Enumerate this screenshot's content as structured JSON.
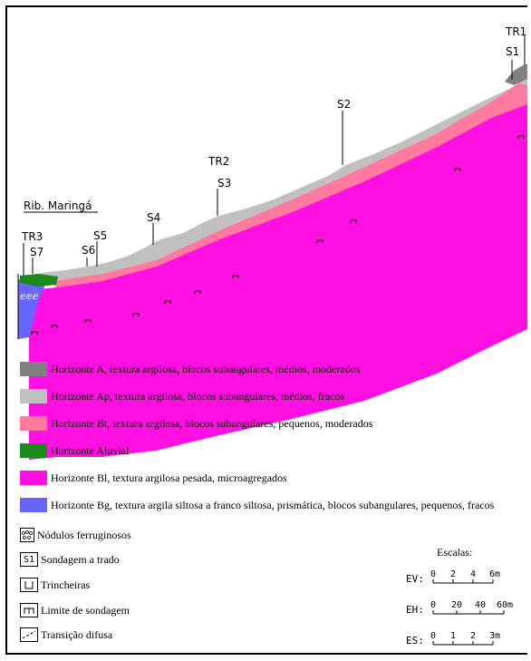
{
  "profile": {
    "river_label": "Rib. Maringá",
    "points": [
      "TR1",
      "S1",
      "S2",
      "TR2",
      "S3",
      "S4",
      "S5",
      "S6",
      "TR3",
      "S7"
    ]
  },
  "legend": [
    {
      "key": "horizonte-a",
      "color": "#808080",
      "text": "Horizonte A, textura argilosa, blocos subangulares, médios, moderados"
    },
    {
      "key": "horizonte-ap",
      "color": "#c0c0c0",
      "text": "Horizonte Ap, textura argilosa, blocos subangulares, médios, fracos"
    },
    {
      "key": "horizonte-bt",
      "color": "#ff7a9c",
      "text": "Horizonte Bt, textura argilosa, blocos subangulares, pequenos, moderados"
    },
    {
      "key": "horizonte-aluvial",
      "color": "#1a8a1a",
      "text": "Horizonte Aluvial"
    },
    {
      "key": "horizonte-bl",
      "color": "#ff10e0",
      "text": "Horizonte Bl, textura argilosa pesada, microagregados"
    },
    {
      "key": "horizonte-bg",
      "color": "#6666ff",
      "text": "Horizonte Bg, textura argila siltosa a franco siltosa, prismática, blocos subangulares, pequenos, fracos"
    }
  ],
  "symbols": [
    {
      "key": "nodulos",
      "icon": "nodules-icon",
      "text": "Nódulos ferruginosos"
    },
    {
      "key": "sondagem",
      "icon": "auger-icon",
      "glyph": "S1",
      "text": "Sondagem a trado"
    },
    {
      "key": "trincheiras",
      "icon": "trench-icon",
      "text": "Trincheiras"
    },
    {
      "key": "limite",
      "icon": "survey-limit-icon",
      "text": "Limite de sondagem"
    },
    {
      "key": "transicao",
      "icon": "diffuse-transition-icon",
      "text": "Transição difusa"
    }
  ],
  "scales": {
    "title": "Escalas:",
    "items": [
      {
        "key": "EV:",
        "ticks": [
          "0",
          "2",
          "4",
          "6m"
        ]
      },
      {
        "key": "EH:",
        "ticks": [
          "0",
          "20",
          "40",
          "60m"
        ]
      },
      {
        "key": "ES:",
        "ticks": [
          "0",
          "1",
          "2",
          "3m"
        ]
      }
    ]
  }
}
